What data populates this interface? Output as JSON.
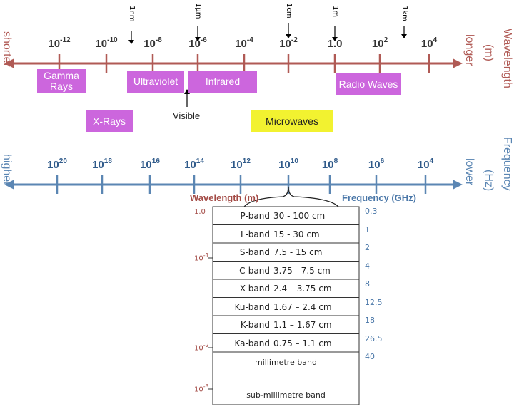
{
  "side_labels": {
    "shorter": "shorter",
    "longer": "longer",
    "wavelength": "Wavelength",
    "wavelength_unit": "(m)",
    "higher": "higher",
    "lower": "lower",
    "frequency": "Frequency",
    "frequency_unit": "(Hz)"
  },
  "wavelength_axis": {
    "color": "#b05a55",
    "ticks": [
      {
        "base": "10",
        "exp": "-12"
      },
      {
        "base": "10",
        "exp": "-10"
      },
      {
        "base": "10",
        "exp": "-8"
      },
      {
        "base": "10",
        "exp": "-6"
      },
      {
        "base": "10",
        "exp": "-4"
      },
      {
        "base": "10",
        "exp": "-2"
      },
      {
        "base": "1.0",
        "exp": ""
      },
      {
        "base": "10",
        "exp": "2"
      },
      {
        "base": "10",
        "exp": "4"
      }
    ],
    "markers": [
      "1nm",
      "1μm",
      "1cm",
      "1m",
      "1km"
    ]
  },
  "frequency_axis": {
    "color": "#5b86b3",
    "ticks": [
      {
        "base": "10",
        "exp": "20"
      },
      {
        "base": "10",
        "exp": "18"
      },
      {
        "base": "10",
        "exp": "16"
      },
      {
        "base": "10",
        "exp": "14"
      },
      {
        "base": "10",
        "exp": "12"
      },
      {
        "base": "10",
        "exp": "10"
      },
      {
        "base": "10",
        "exp": "8"
      },
      {
        "base": "10",
        "exp": "6"
      },
      {
        "base": "10",
        "exp": "4"
      }
    ]
  },
  "regions": {
    "gamma": "Gamma Rays",
    "ultraviolet": "Ultraviolet",
    "infrared": "Infrared",
    "radio": "Radio Waves",
    "xrays": "X-Rays",
    "microwaves": "Microwaves",
    "visible": "Visible"
  },
  "colors": {
    "region_purple": "#cc66dd",
    "microwave_yellow": "#f2f230"
  },
  "band_table": {
    "wavelength_header": "Wavelength (m)",
    "frequency_header": "Frequency (GHz)",
    "bands": [
      {
        "name": "P-band",
        "range": "30 - 100 cm"
      },
      {
        "name": "L-band",
        "range": "15 - 30 cm"
      },
      {
        "name": "S-band",
        "range": "7.5 - 15 cm"
      },
      {
        "name": "C-band",
        "range": "3.75 - 7.5 cm"
      },
      {
        "name": "X-band",
        "range": "2.4 – 3.75 cm"
      },
      {
        "name": "Ku-band",
        "range": "1.67 – 2.4 cm"
      },
      {
        "name": "K-band",
        "range": "1.1 – 1.67 cm"
      },
      {
        "name": "Ka-band",
        "range": "0.75 – 1.1 cm"
      }
    ],
    "frequencies": [
      "0.3",
      "1",
      "2",
      "4",
      "8",
      "12.5",
      "18",
      "26.5",
      "40"
    ],
    "wavelength_marks": [
      {
        "base": "1.0",
        "exp": ""
      },
      {
        "base": "10",
        "exp": "-1"
      },
      {
        "base": "10",
        "exp": "-2"
      },
      {
        "base": "10",
        "exp": "-3"
      }
    ],
    "millimetre": "millimetre band",
    "sub_millimetre": "sub-millimetre band"
  }
}
